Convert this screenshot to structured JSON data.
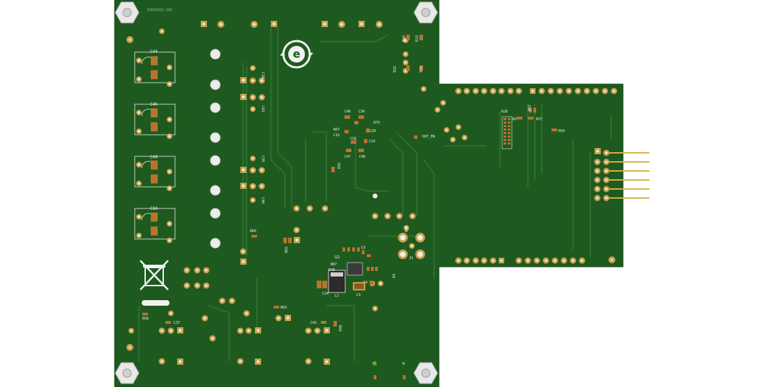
{
  "colors": {
    "pcb": "#1e5a1f",
    "pcb_trace": "#2c6e2b",
    "silkscreen": "#f2f2f2",
    "pad_gold": "#c9a04a",
    "hole": "#ececec",
    "component_body": "#b8732d",
    "header_pin": "#d8b04a",
    "dark_ic": "#2b2b2b"
  },
  "board": {
    "top_text": "DDDDDDDD  DDD",
    "labels": {
      "c44": "C44",
      "c45": "C45",
      "c49": "C49",
      "c50": "C50",
      "c38": "C38",
      "c43": "C43",
      "c39": "C39",
      "c40": "C40",
      "r66": "R66",
      "r65": "R65",
      "r58": "R58",
      "c37": "C37",
      "r63": "R63",
      "c42": "C42",
      "r64": "R64",
      "r56": "R56",
      "c46": "C46",
      "c34": "C34",
      "r67": "R67",
      "c15": "C15",
      "r75": "R75",
      "c20": "C20",
      "c16": "C16",
      "c19": "C19",
      "c47": "C47",
      "c48": "C48",
      "r34": "R34",
      "r33": "R33",
      "r32": "R32",
      "r31": "R31",
      "out_en": "OUT_EN",
      "r26": "R26",
      "r62": "R62",
      "r57": "R57",
      "r59": "R59",
      "u2": "U2",
      "r87": "R87",
      "r48": "R48",
      "c24": "C24",
      "l1": "L1",
      "c4": "C4",
      "c3": "C3",
      "c9": "C9",
      "r49": "R49",
      "j1": "J1",
      "r4": "R4",
      "r2": "R2"
    }
  },
  "icons": {
    "logo": "e-cycle-logo-icon",
    "weee": "crossed-out-bin-icon"
  }
}
